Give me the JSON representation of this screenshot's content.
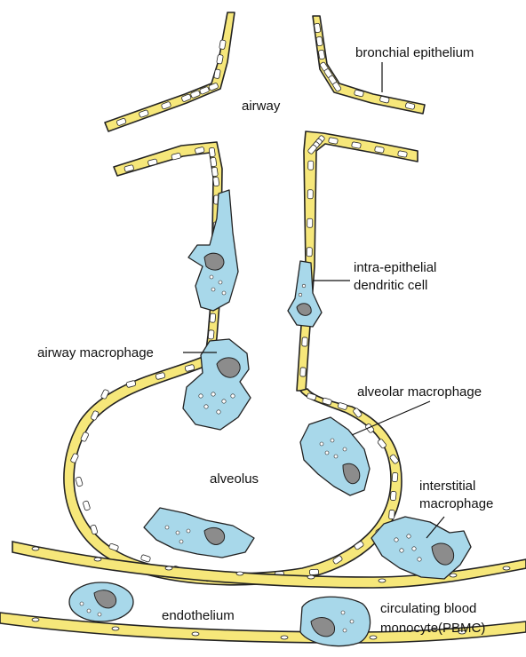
{
  "labels": {
    "bronchial_epithelium": "bronchial epithelium",
    "airway": "airway",
    "intra_epithelial_1": "intra-epithelial",
    "intra_epithelial_2": "dendritic cell",
    "airway_macrophage": "airway macrophage",
    "alveolar_macrophage": "alveolar macrophage",
    "alveolus": "alveolus",
    "interstitial_1": "interstitial",
    "interstitial_2": "macrophage",
    "endothelium": "endothelium",
    "monocyte_1": "circulating blood",
    "monocyte_2": "monocyte(PBMC)"
  },
  "colors": {
    "epithelium_fill": "#f6e77a",
    "cell_fill": "#ffffff",
    "macrophage_fill": "#a8d8ea",
    "nucleus_fill": "#8c8c8c",
    "outline": "#222222"
  }
}
